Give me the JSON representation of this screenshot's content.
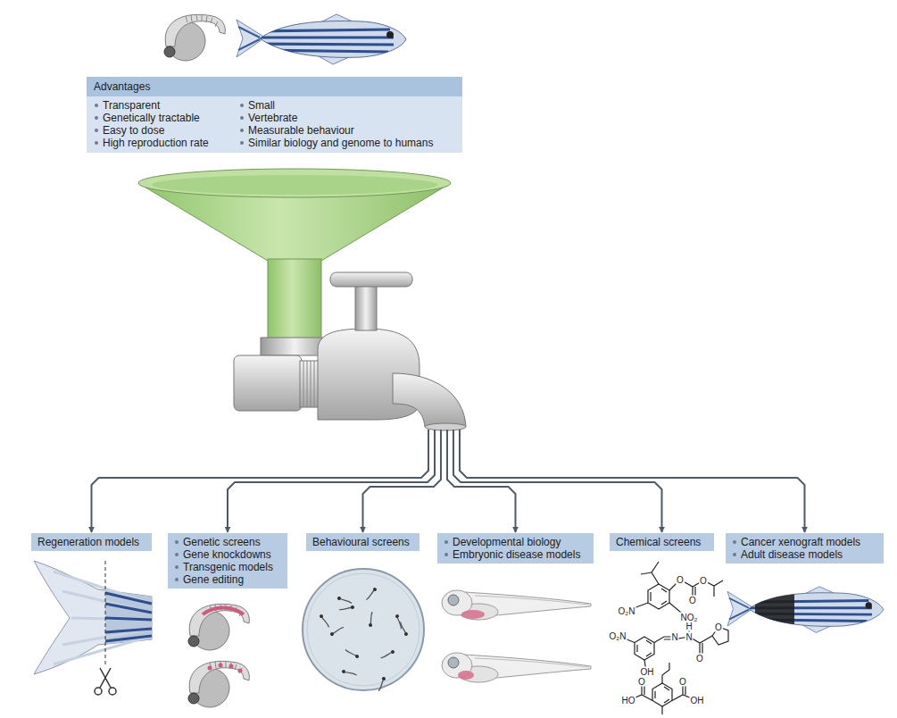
{
  "diagram": {
    "nodes": [
      {
        "text": [
          "Advantages",
          "Transparent",
          "Genetically tractable",
          "Easy to dose",
          "High reproduction rate",
          "Small",
          "Vertebrate",
          "Measurable behaviour",
          "Similar biology and genome to humans"
        ]
      },
      {
        "text": [
          "Regeneration models"
        ]
      },
      {
        "text": [
          "Genetic screens",
          "Gene knockdowns",
          "Transgenic models",
          "Gene editing"
        ]
      },
      {
        "text": [
          "Behavioural screens"
        ]
      },
      {
        "text": [
          "Developmental biology",
          "Embryonic disease models"
        ]
      },
      {
        "text": [
          "Chemical screens"
        ]
      },
      {
        "text": [
          "Cancer xenograft models",
          "Adult disease models"
        ]
      }
    ],
    "labels": [
      "O₂N",
      "NO₂",
      "O",
      "O",
      "O",
      "O₂N",
      "N",
      "N",
      "H",
      "O",
      "O",
      "OH",
      "HO",
      "O",
      "O",
      "OH"
    ]
  }
}
